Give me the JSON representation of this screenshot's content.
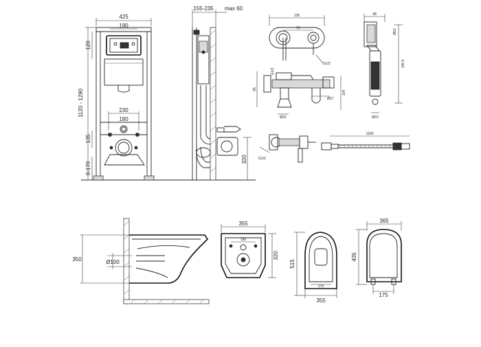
{
  "frame": {
    "width_label": "425",
    "inner_width_label": "190",
    "top_label": "120",
    "height_label": "1120 - 1290",
    "lower_label": "135",
    "floor_label": "0-170",
    "span_230": "230",
    "span_180": "180"
  },
  "side": {
    "depth_label": "155-235",
    "max_label": "max 60",
    "pipe_height_label": "320"
  },
  "mixer": {
    "width_label": "135",
    "center_label": "65",
    "thread_label": "G1/2",
    "thread_label2": "G1/2",
    "d_label": "Ø22",
    "d2_label": "Ø27",
    "h_label": "95",
    "h2_label": "104",
    "thread_small": "G1/2"
  },
  "shower": {
    "w_label": "48",
    "d_label": "Ø52",
    "h_label": "136.5",
    "d_bottom_label": "Ø23",
    "hose_label": "1500"
  },
  "wc_side": {
    "height_label": "350",
    "pipe_label": "Ø100"
  },
  "wc_back": {
    "width_label": "355",
    "center_label": "180",
    "height_label": "320"
  },
  "wc_top": {
    "length_label": "515",
    "inner_label": "175",
    "width_label": "355"
  },
  "seat": {
    "width_label": "365",
    "length_label": "435",
    "hinge_label": "175"
  }
}
